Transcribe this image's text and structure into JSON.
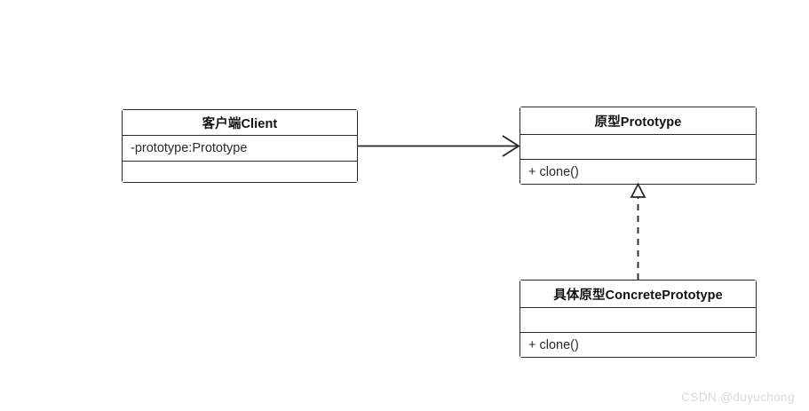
{
  "diagram": {
    "type": "uml-class-diagram",
    "pattern_title": "",
    "background_color": "#ffffff",
    "line_color": "#2a2a2a",
    "classes": [
      {
        "id": "client",
        "name": "客户端Client",
        "attributes": "-prototype:Prototype",
        "operations": ""
      },
      {
        "id": "prototype",
        "name": "原型Prototype",
        "attributes": "",
        "operations": "+ clone()"
      },
      {
        "id": "concrete_prototype",
        "name": "具体原型ConcretePrototype",
        "attributes": "",
        "operations": "+ clone()"
      }
    ],
    "relationships": [
      {
        "id": "client-to-prototype",
        "kind": "association",
        "line_style": "solid",
        "arrowhead": "open-arrow",
        "from": "客户端Client",
        "to": "原型Prototype",
        "label": ""
      },
      {
        "id": "concrete-to-prototype",
        "kind": "realization",
        "line_style": "dashed",
        "arrowhead": "hollow-triangle",
        "from": "具体原型ConcretePrototype",
        "to": "原型Prototype",
        "label": ""
      }
    ]
  },
  "watermark": {
    "text": "CSDN @duyuchong",
    "color": "#d6d9de"
  }
}
